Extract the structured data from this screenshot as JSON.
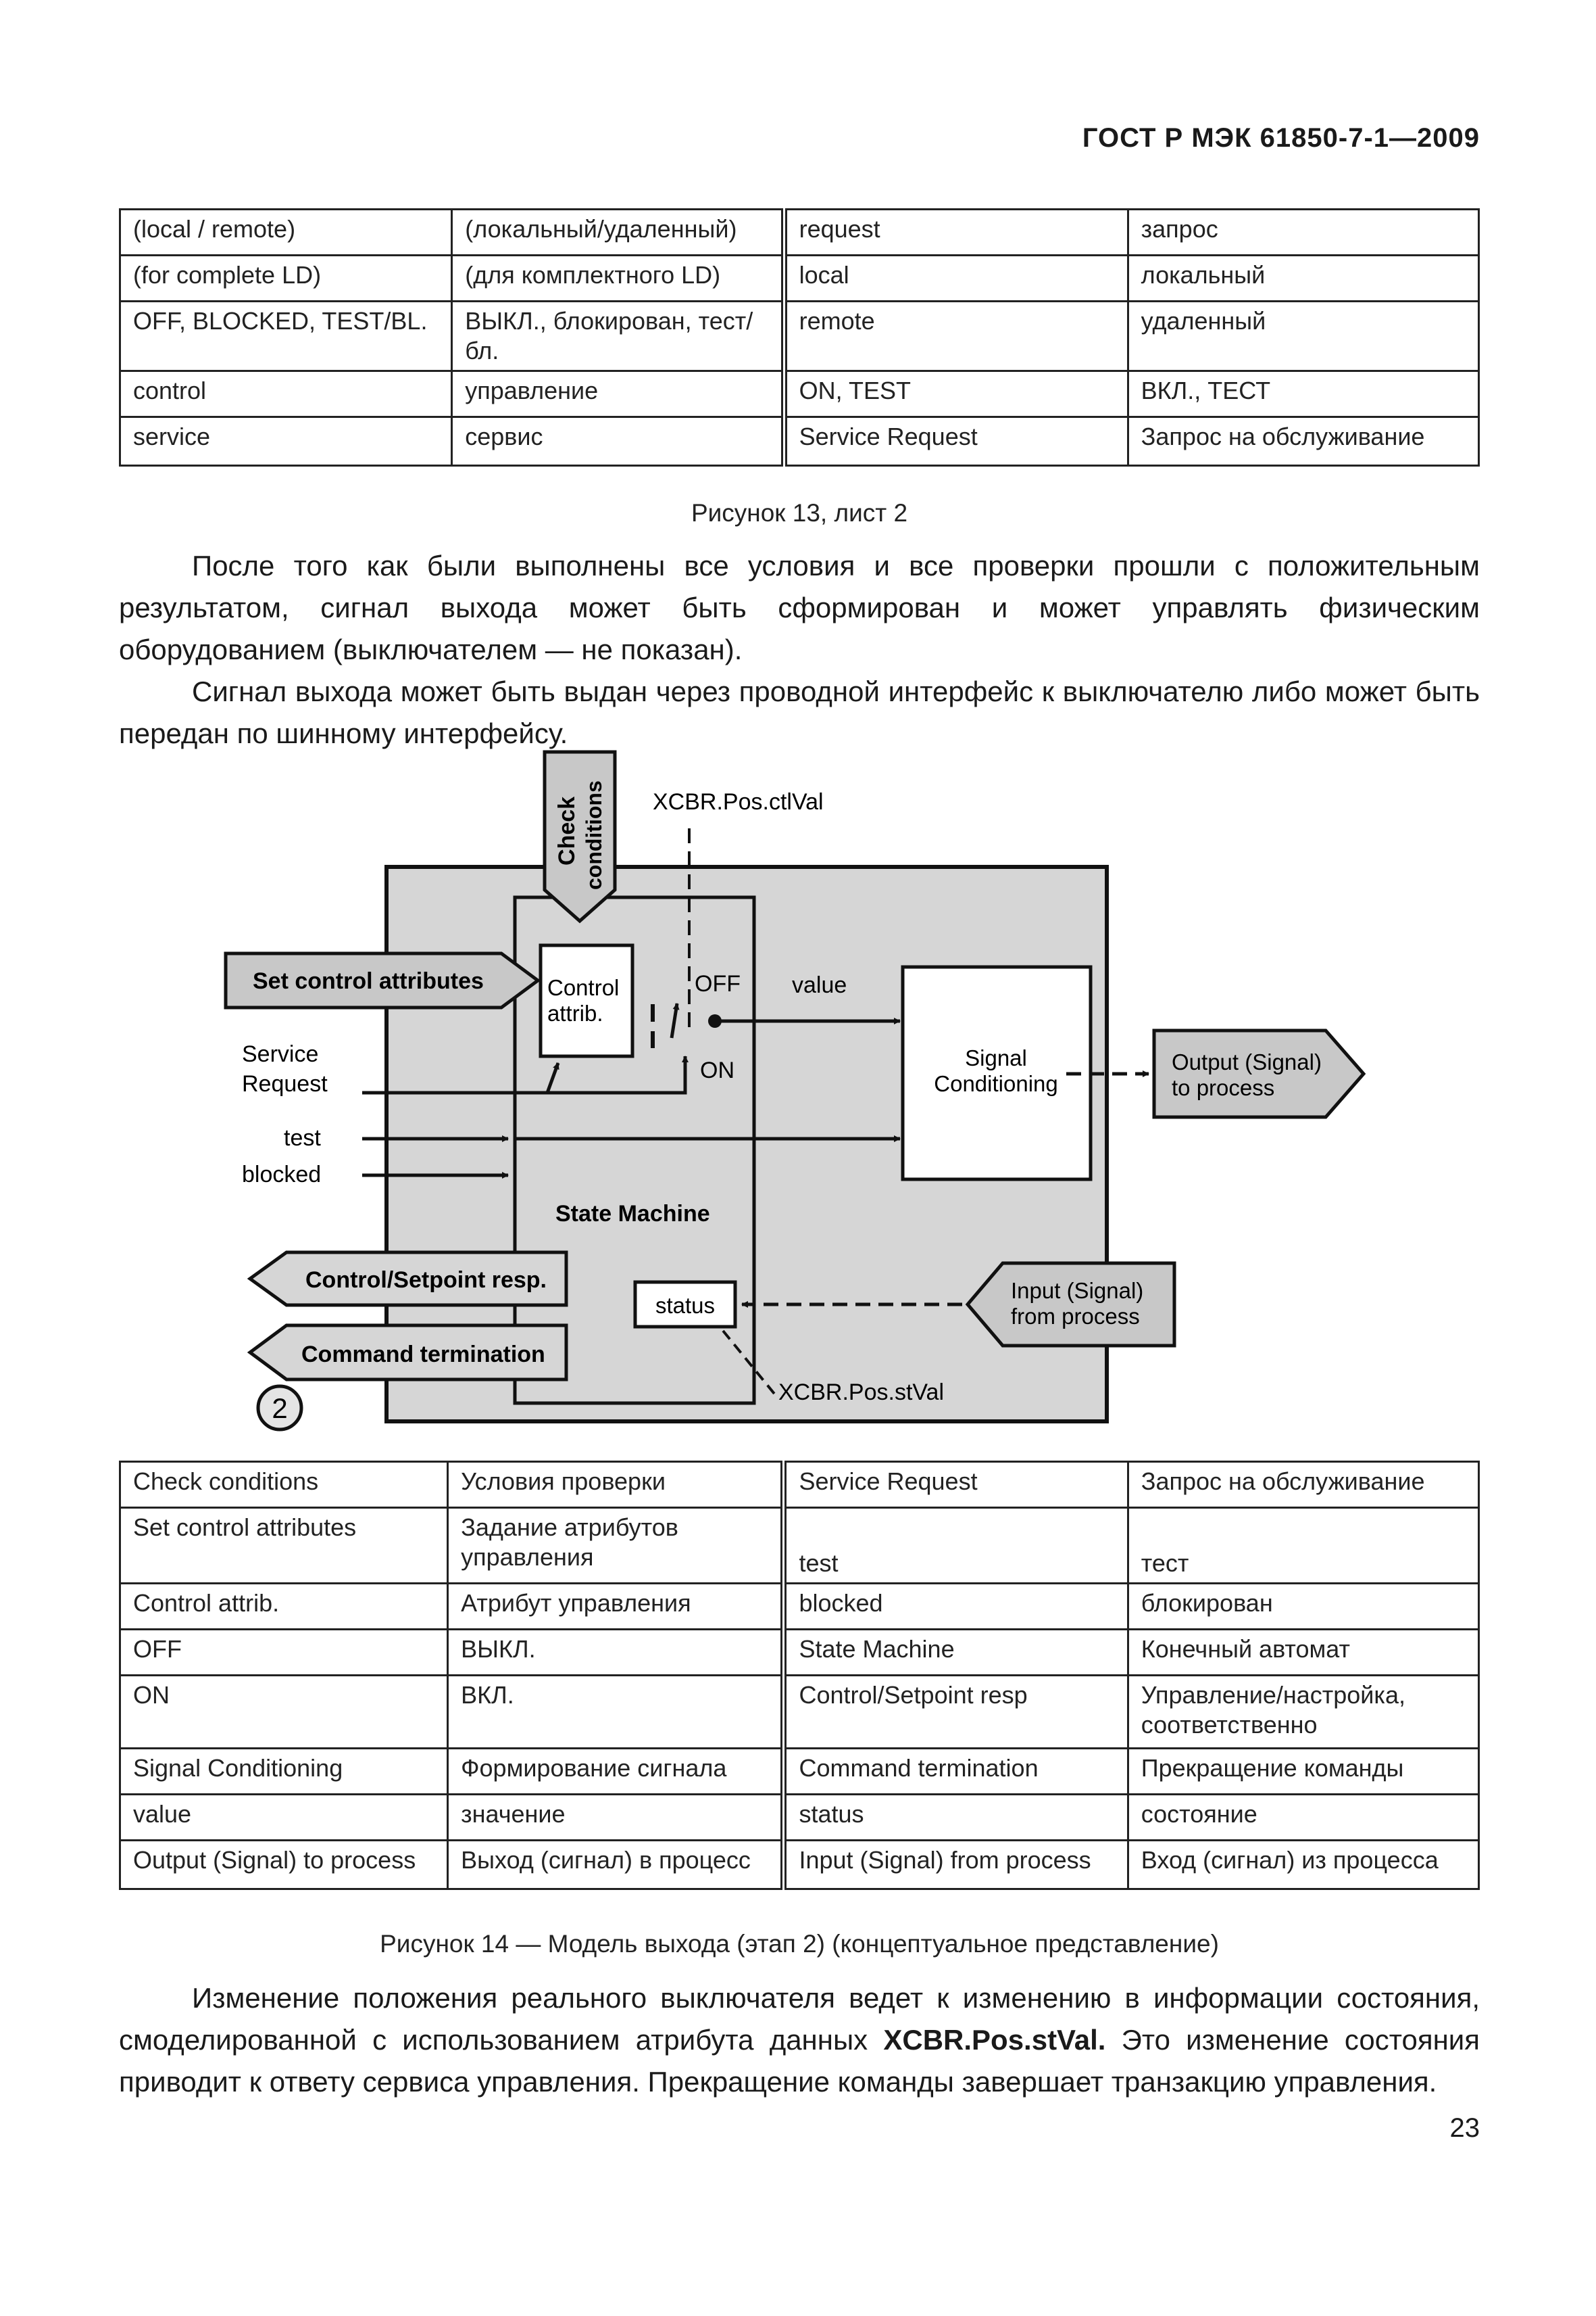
{
  "header": {
    "doc_id": "ГОСТ Р МЭК 61850-7-1—2009"
  },
  "table1": {
    "rows": [
      [
        "(local / remote)",
        "(локальный/удаленный)",
        "request",
        "запрос"
      ],
      [
        "(for complete LD)",
        "(для комплектного LD)",
        "local",
        "локальный"
      ],
      [
        "OFF, BLOCKED, TEST/BL.",
        "ВЫКЛ., блокирован, тест/бл.",
        "remote",
        "удаленный"
      ],
      [
        "control",
        "управление",
        "ON, TEST",
        "ВКЛ., ТЕСТ"
      ],
      [
        "service",
        "сервис",
        "Service Request",
        "Запрос на обслуживание"
      ]
    ]
  },
  "caption1": "Рисунок 13, лист 2",
  "para1": "После того как были выполнены все условия и все проверки прошли с положительным результатом, сигнал выхода может быть сформирован и может управлять физическим оборудованием (выключателем — не показан).",
  "para2": "Сигнал выхода может быть выдан через проводной интерфейс к выключателю либо может быть передан по шинному интерфейсу.",
  "diagram": {
    "check_conditions_line1": "Check",
    "check_conditions_line2": "conditions",
    "ctlval": "XCBR.Pos.ctlVal",
    "set_control_attributes": "Set control attributes",
    "control_attrib_line1": "Control",
    "control_attrib_line2": "attrib.",
    "off": "OFF",
    "on": "ON",
    "value": "value",
    "signal_conditioning_line1": "Signal",
    "signal_conditioning_line2": "Conditioning",
    "output_line1": "Output (Signal)",
    "output_line2": "to process",
    "service_line1": "Service",
    "service_line2": "Request",
    "test": "test",
    "blocked": "blocked",
    "state_machine": "State Machine",
    "control_setpoint_resp": "Control/Setpoint resp.",
    "status": "status",
    "input_line1": "Input (Signal)",
    "input_line2": "from process",
    "command_termination": "Command termination",
    "stval": "XCBR.Pos.stVal",
    "step_number": "2"
  },
  "table2": {
    "rows": [
      [
        "Check conditions",
        "Условия проверки",
        "Service Request",
        "Запрос на обслуживание"
      ],
      [
        "Set control attributes",
        "Задание атрибутов управления",
        "test",
        "тест"
      ],
      [
        "Control attrib.",
        "Атрибут управления",
        "blocked",
        "блокирован"
      ],
      [
        "OFF",
        "ВЫКЛ.",
        "State Machine",
        "Конечный автомат"
      ],
      [
        "ON",
        "ВКЛ.",
        "Control/Setpoint resp",
        "Управление/настройка, соответственно"
      ],
      [
        "Signal Conditioning",
        "Формирование сигнала",
        "Command termination",
        "Прекращение команды"
      ],
      [
        "value",
        "значение",
        "status",
        "состояние"
      ],
      [
        "Output (Signal) to process",
        "Выход (сигнал) в процесс",
        "Input (Signal) from process",
        "Вход (сигнал) из процесса"
      ]
    ]
  },
  "caption2": "Рисунок 14 — Модель выхода (этап 2) (концептуальное представление)",
  "para3": {
    "before": "Изменение положения реального выключателя ведет к изменению в информации состояния, смоделированной с использованием атрибута данных ",
    "bold": "XCBR.Pos.stVal.",
    "after": " Это изменение состояния приводит к ответу сервиса управления. Прекращение команды завершает транзакцию управления."
  },
  "page_number": "23"
}
